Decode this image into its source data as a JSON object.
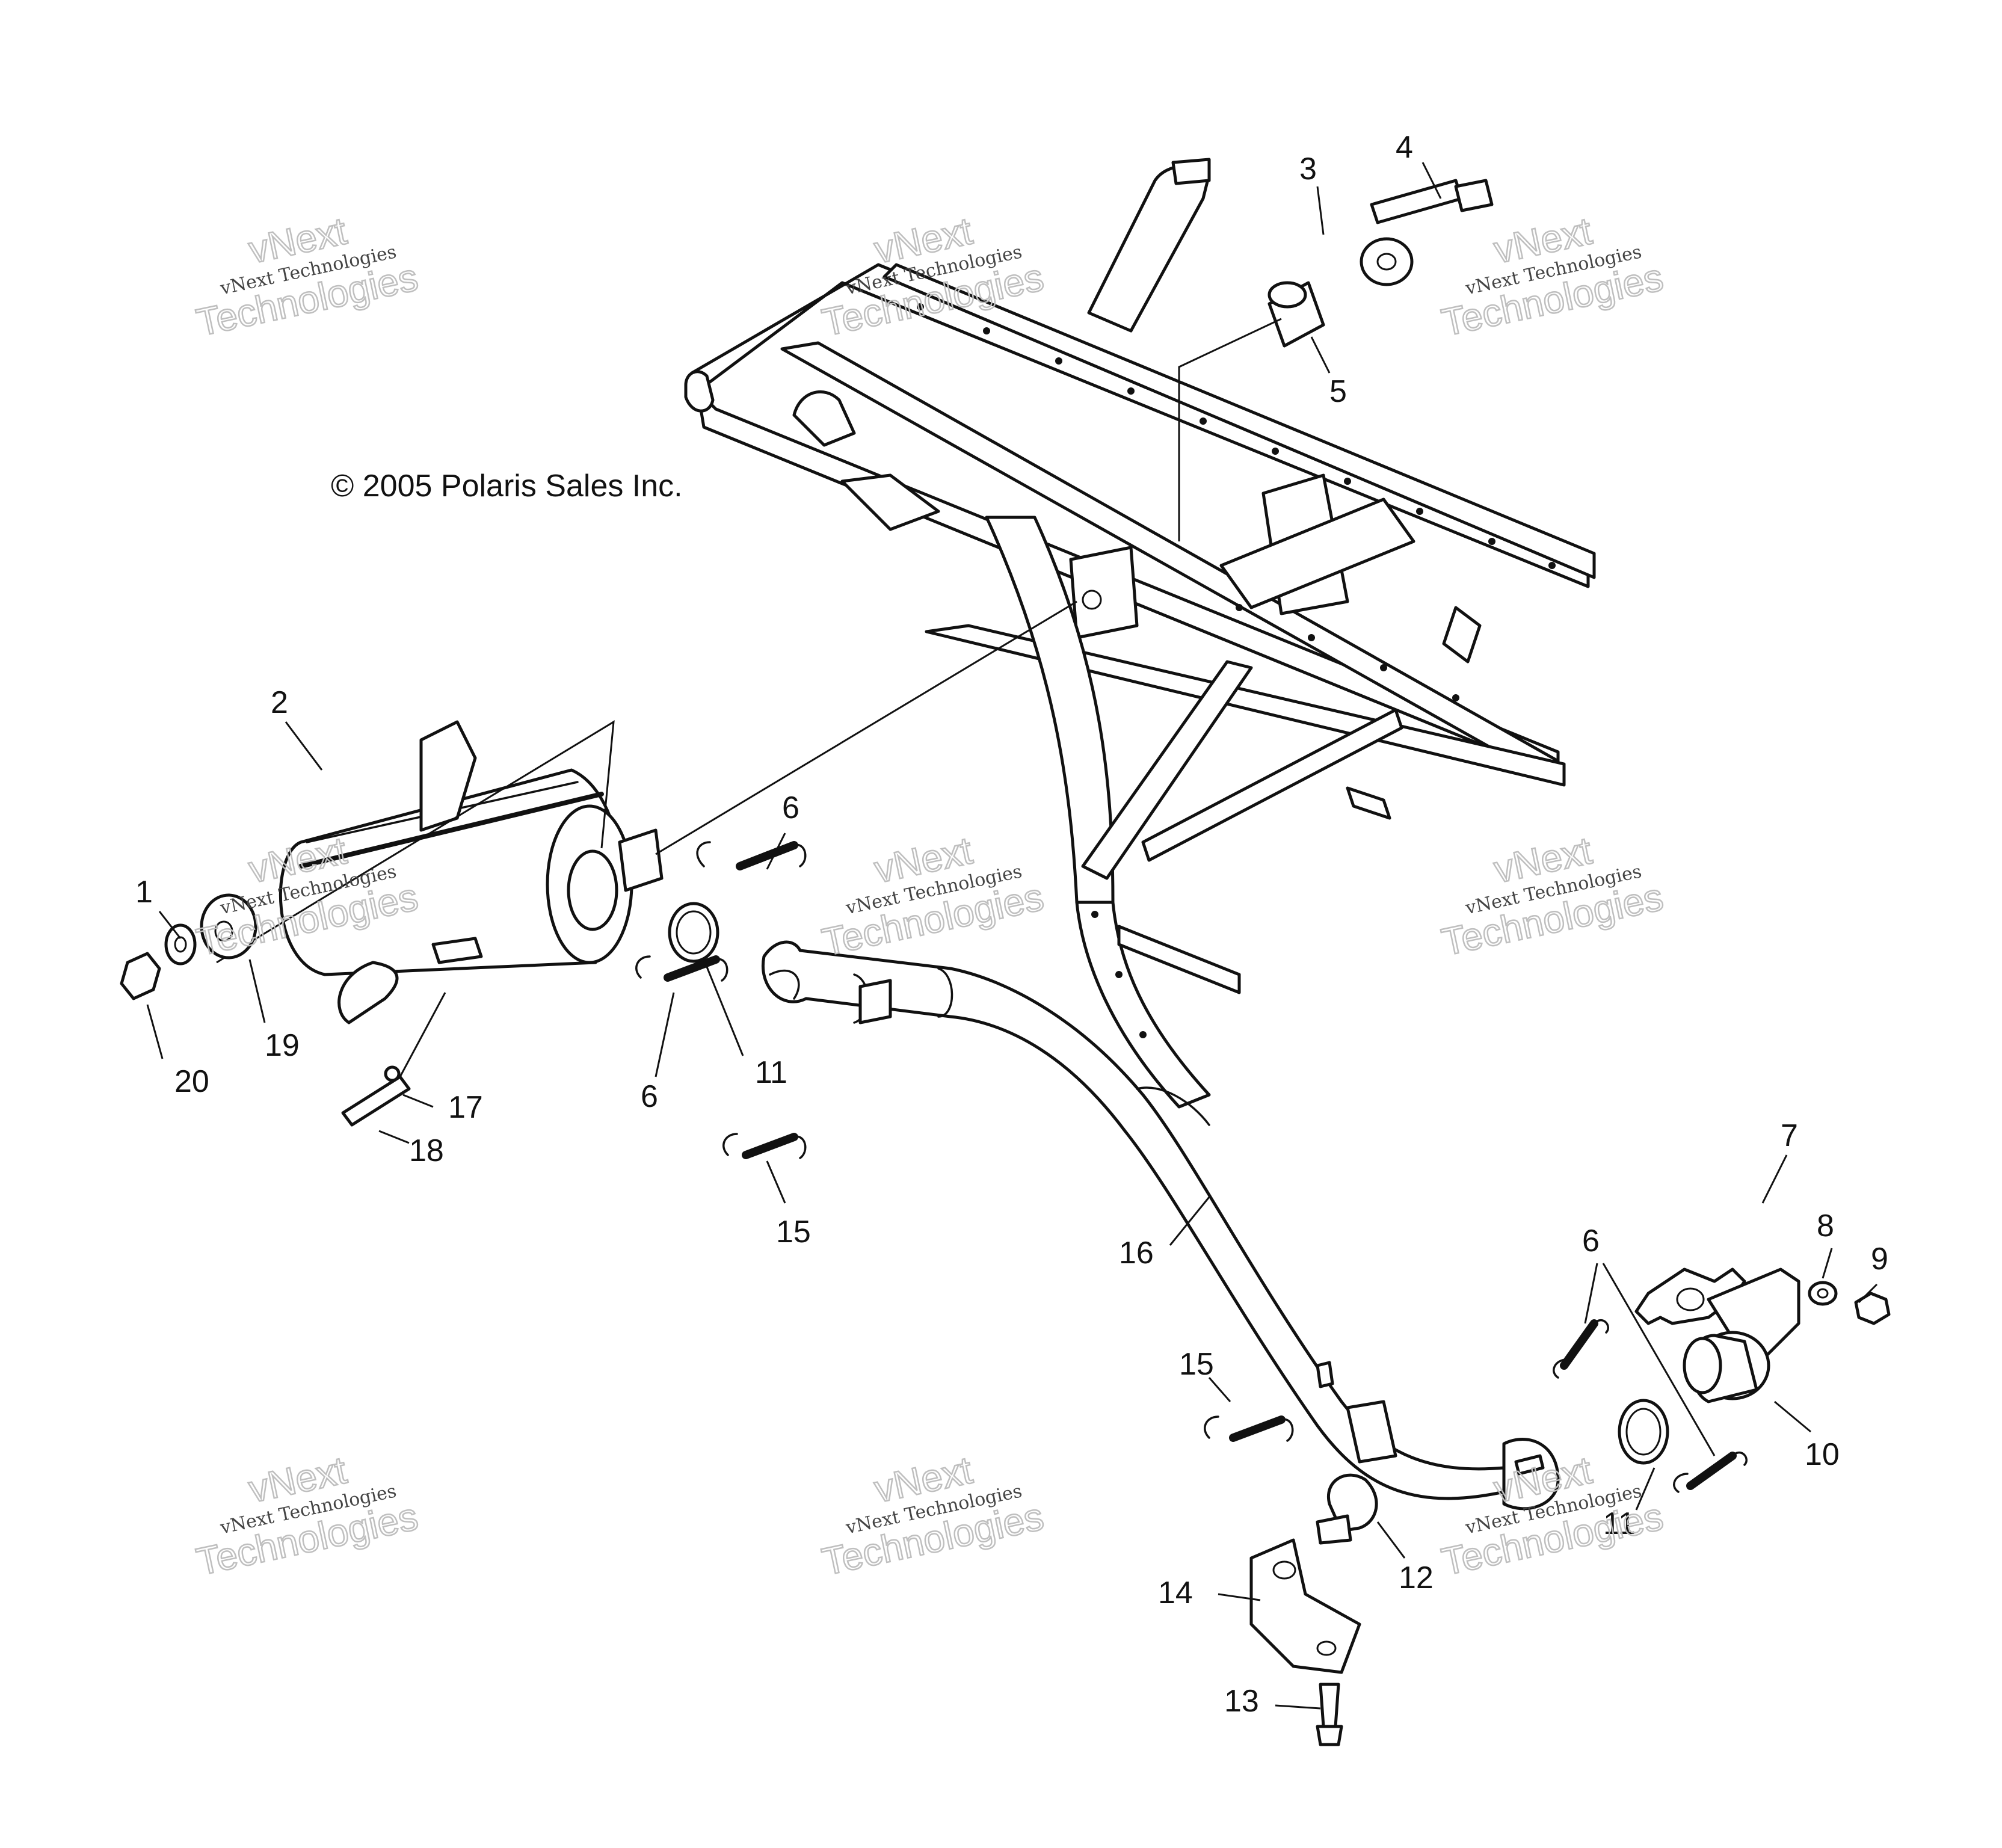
{
  "copyright": "© 2005 Polaris Sales Inc.",
  "watermark": {
    "line1": "vNext Technologies",
    "line2": "vNext",
    "line3": "Technologies"
  },
  "callouts": {
    "c1": "1",
    "c2": "2",
    "c3": "3",
    "c4": "4",
    "c5": "5",
    "c6a": "6",
    "c6b": "6",
    "c6c": "6",
    "c7": "7",
    "c8": "8",
    "c9": "9",
    "c10": "10",
    "c11a": "11",
    "c11b": "11",
    "c12": "12",
    "c13": "13",
    "c14": "14",
    "c15a": "15",
    "c15b": "15",
    "c16": "16",
    "c17": "17",
    "c18": "18",
    "c19": "19",
    "c20": "20"
  }
}
